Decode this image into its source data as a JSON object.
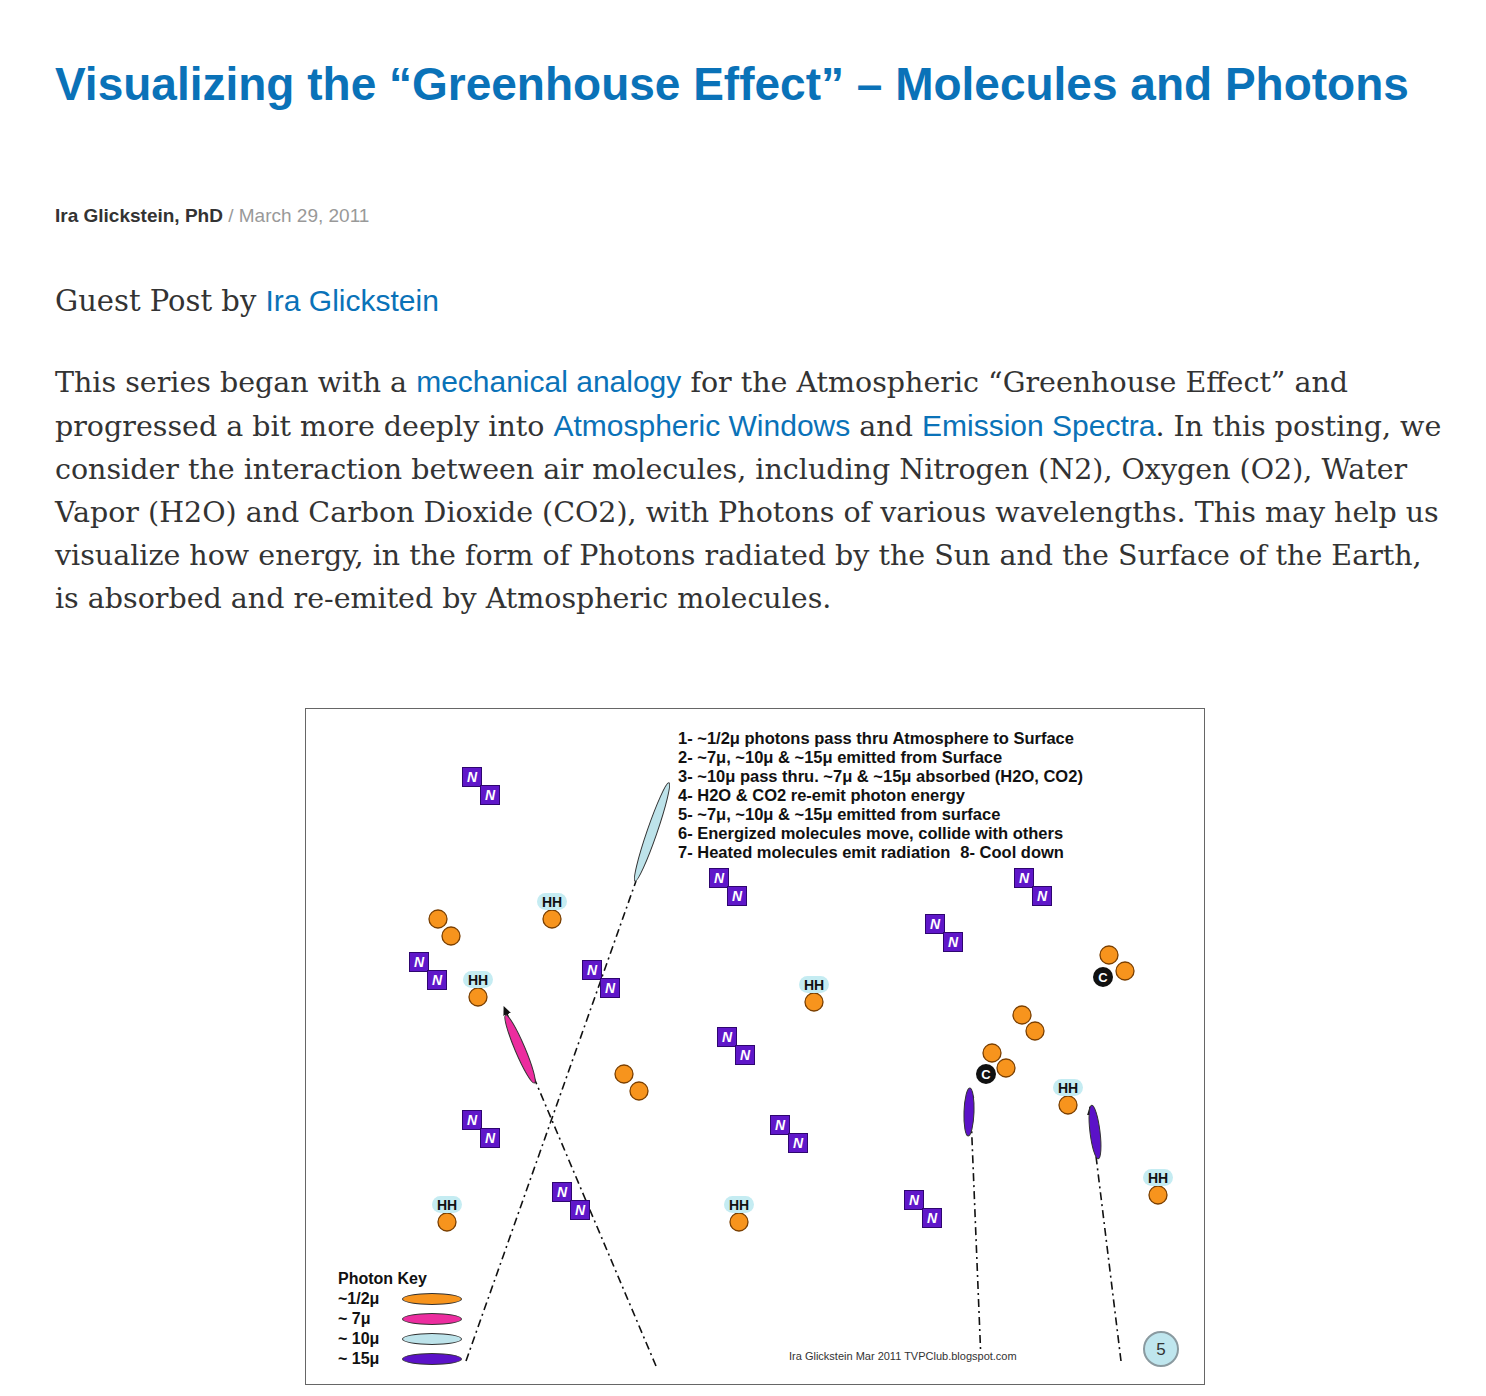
{
  "diagram": {
    "title": "Visualizing the “Greenhouse Effect” – Molecules and Photons",
    "nodes": [
      {
        "text": [
          "N"
        ]
      },
      {
        "text": [
          "N"
        ]
      },
      {
        "text": [
          "N"
        ]
      },
      {
        "text": [
          "N"
        ]
      },
      {
        "text": [
          "N"
        ]
      },
      {
        "text": [
          "N"
        ]
      },
      {
        "text": [
          "HH"
        ]
      },
      {
        "text": [
          "N"
        ]
      },
      {
        "text": [
          "N"
        ]
      },
      {
        "text": [
          "C"
        ]
      },
      {
        "text": [
          "N"
        ]
      },
      {
        "text": [
          "N"
        ]
      },
      {
        "text": [
          "HH"
        ]
      },
      {
        "text": [
          "N"
        ]
      },
      {
        "text": [
          "N"
        ]
      },
      {
        "text": [
          "HH"
        ]
      },
      {
        "text": [
          "N"
        ]
      },
      {
        "text": [
          "N"
        ]
      },
      {
        "text": [
          "C"
        ]
      },
      {
        "text": [
          "HH"
        ]
      },
      {
        "text": [
          "N"
        ]
      },
      {
        "text": [
          "N"
        ]
      },
      {
        "text": [
          "N"
        ]
      },
      {
        "text": [
          "N"
        ]
      },
      {
        "text": [
          "HH"
        ]
      },
      {
        "text": [
          "N"
        ]
      },
      {
        "text": [
          "N"
        ]
      },
      {
        "text": [
          "HH"
        ]
      },
      {
        "text": [
          "HH"
        ]
      },
      {
        "text": [
          "N"
        ]
      },
      {
        "text": [
          "N"
        ]
      },
      {
        "text": [
          "5"
        ]
      }
    ],
    "labels": [
      "Ira Glickstein, PhD",
      "/",
      "March 29, 2011",
      "Guest Post by",
      "Ira Glickstein",
      "This series began with a",
      "mechanical analogy",
      "for the Atmospheric “Greenhouse Effect” and progressed a bit more deeply into",
      "Atmospheric Windows",
      "and",
      "Emission Spectra",
      ". In this posting, we consider the interaction between air molecules, including Nitrogen (N2), Oxygen (O2), Water Vapor (H2O) and Carbon Dioxide (CO2), with Photons of various wavelengths. This may help us visualize how energy, in the form of Photons radiated by the Sun and the Surface of the Earth, is absorbed and re-emited by Atmospheric molecules.",
      "1- ~1/2μ photons pass thru Atmosphere to Surface",
      "2- ~7μ, ~10μ & ~15μ emitted from Surface",
      "3- ~10μ pass thru. ~7μ & ~15μ absorbed (H2O, CO2)",
      "4- H2O & CO2 re-emit photon energy",
      "5- ~7μ, ~10μ & ~15μ emitted from surface",
      "6- Energized molecules move, collide with others",
      "7- Heated molecules emit radiation",
      "8- Cool down",
      "Photon Key",
      "Ira Glickstein Mar 2011 TVPClub.blogspot.com"
    ],
    "legend": [
      {
        "text": "~1/2μ",
        "color": "#f7941d"
      },
      {
        "text": "~ 7μ",
        "color": "#ec2d9f"
      },
      {
        "text": "~ 10μ",
        "color": "#bde3ea"
      },
      {
        "text": "~ 15μ",
        "color": "#5b12c8"
      }
    ]
  }
}
